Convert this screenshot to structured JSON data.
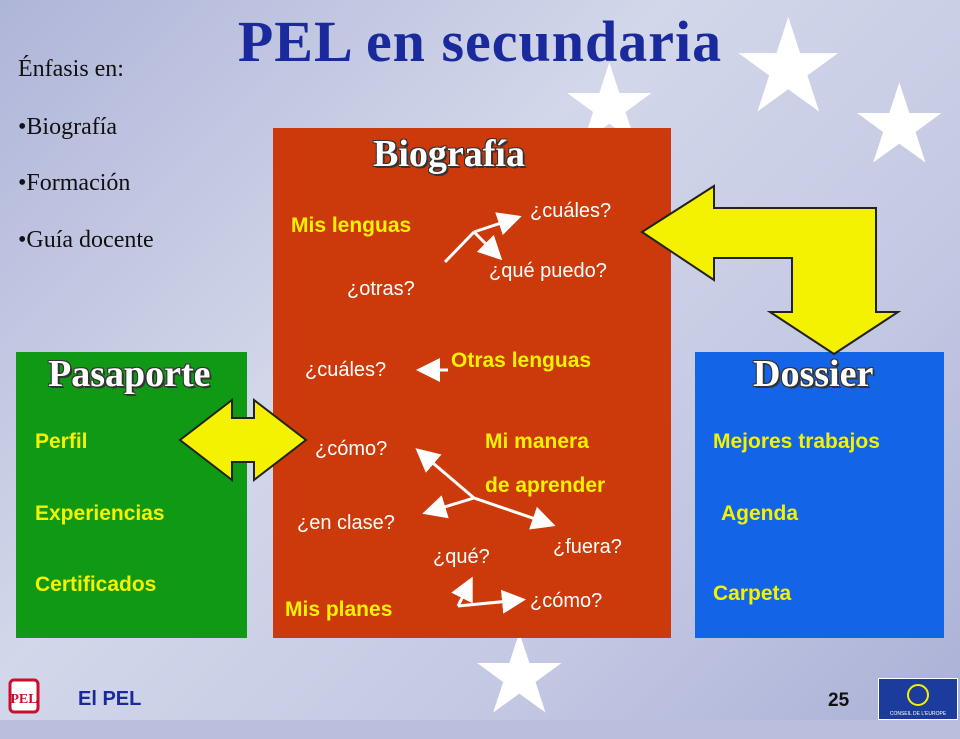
{
  "title": "PEL en secundaria",
  "emphasis": {
    "heading": "Énfasis en:",
    "items": [
      "•Biografía",
      "•Formación",
      "•Guía docente"
    ]
  },
  "pasaporte": {
    "title": "Pasaporte",
    "items": [
      "Perfil",
      "Experiencias",
      "Certificados"
    ]
  },
  "biografia": {
    "title": "Biografía",
    "mis_lenguas": "Mis lenguas",
    "cuales_1": "¿cuáles?",
    "que_puedo": "¿qué puedo?",
    "otras": "¿otras?",
    "otras_lenguas": "Otras lenguas",
    "cuales_2": "¿cuáles?",
    "mi_manera_1": "Mi manera",
    "mi_manera_2": "de aprender",
    "como_1": "¿cómo?",
    "en_clase": "¿en clase?",
    "fuera": "¿fuera?",
    "que": "¿qué?",
    "mis_planes": "Mis planes",
    "como_2": "¿cómo?"
  },
  "dossier": {
    "title": "Dossier",
    "items": [
      "Mejores trabajos",
      "Agenda",
      "Carpeta"
    ]
  },
  "footer": {
    "label": "El PEL",
    "page_number": "25",
    "logo_left_text": "PEL",
    "logo_right_text": "CONSEIL DE L'EUROPE"
  },
  "colors": {
    "title": "#1a2a9c",
    "pasaporte": "#0f9914",
    "biografia": "#cc3a0c",
    "dossier": "#1364e6",
    "arrow": "#f4f200"
  }
}
